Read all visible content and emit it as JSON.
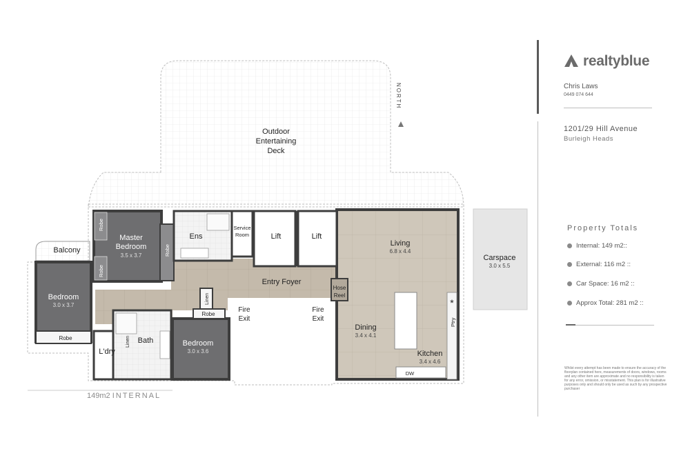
{
  "plan": {
    "rooms": {
      "outdoor_deck": [
        "Outdoor",
        "Entertaining",
        "Deck"
      ],
      "master_bedroom": [
        "Master",
        "Bedroom"
      ],
      "master_bedroom_dim": "3.5 x 3.7",
      "ens": "Ens",
      "service_room": [
        "Service",
        "Room"
      ],
      "lift1": "Lift",
      "lift2": "Lift",
      "living": "Living",
      "living_dim": "6.8 x 4.4",
      "balcony": "Balcony",
      "bedroom1": "Bedroom",
      "bedroom1_dim": "3.0 x 3.7",
      "entry_foyer": "Entry Foyer",
      "hose_reel": [
        "Hose",
        "Reel"
      ],
      "fire_exit1": [
        "Fire",
        "Exit"
      ],
      "fire_exit2": [
        "Fire",
        "Exit"
      ],
      "dining": "Dining",
      "dining_dim": "3.4 x 4.1",
      "kitchen": "Kitchen",
      "kitchen_dim": "3.4 x 4.6",
      "bath": "Bath",
      "laundry": "L'dry",
      "bedroom2": "Bedroom",
      "bedroom2_dim": "3.0 x 3.6",
      "carspace": "Carspace",
      "carspace_dim": "3.0 x 5.5",
      "robe_master_top": "Robe",
      "robe_master_bottom": "Robe",
      "robe_master_right": "Robe",
      "robe_bed1": "Robe",
      "robe_bed2": "Robe",
      "linen1": "Linen",
      "linen2": "Linen",
      "pantry": "Ptry",
      "dishwasher": "DW",
      "fridge_symbol": "*"
    },
    "north_label": "NORTH",
    "internal_area_number": "149m2",
    "internal_area_word": "INTERNAL"
  },
  "brand": {
    "name": "realtyblue",
    "logo_icon": "house-roof-icon"
  },
  "agent": {
    "name": "Chris Laws",
    "phone": "0449 074 644"
  },
  "address": {
    "line1": "1201/29 Hill Avenue",
    "line2": "Burleigh Heads"
  },
  "property_totals": {
    "title": "Property Totals",
    "items": [
      "Internal: 149 m2::",
      "External: 116 m2 ::",
      "Car Space: 16 m2 ::",
      "Approx Total: 281 m2 ::"
    ]
  },
  "disclaimer": "Whilst every attempt has been made to ensure the accuracy of the floorplan contained here, measurements of doors, windows, rooms and any other item are approximate and no responsibility is taken for any error, omission, or misstatement. This plan is for illustrative purposes only and should only be used as such by any prospective purchaser",
  "colors": {
    "dark_room": "#6e6e70",
    "foyer": "#c2b8a9",
    "living_floor": "#d0c8bc",
    "deck_grid": "#eeeeee",
    "wall": "#3d3d3d",
    "carspace": "#e6e6e6"
  }
}
